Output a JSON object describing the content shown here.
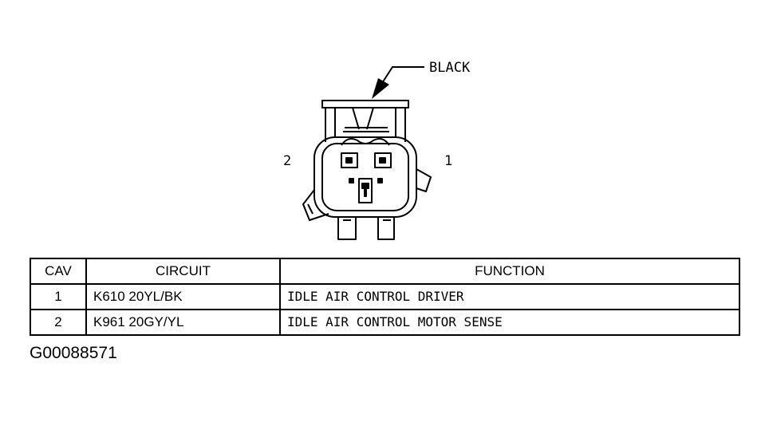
{
  "diagram": {
    "color_label": "BLACK",
    "pin_left": "2",
    "pin_right": "1"
  },
  "table": {
    "headers": [
      "CAV",
      "CIRCUIT",
      "FUNCTION"
    ],
    "rows": [
      {
        "cav": "1",
        "circuit": "K610 20YL/BK",
        "function": "IDLE AIR CONTROL DRIVER"
      },
      {
        "cav": "2",
        "circuit": "K961 20GY/YL",
        "function": "IDLE AIR CONTROL MOTOR SENSE"
      }
    ]
  },
  "figure_id": "G00088571"
}
